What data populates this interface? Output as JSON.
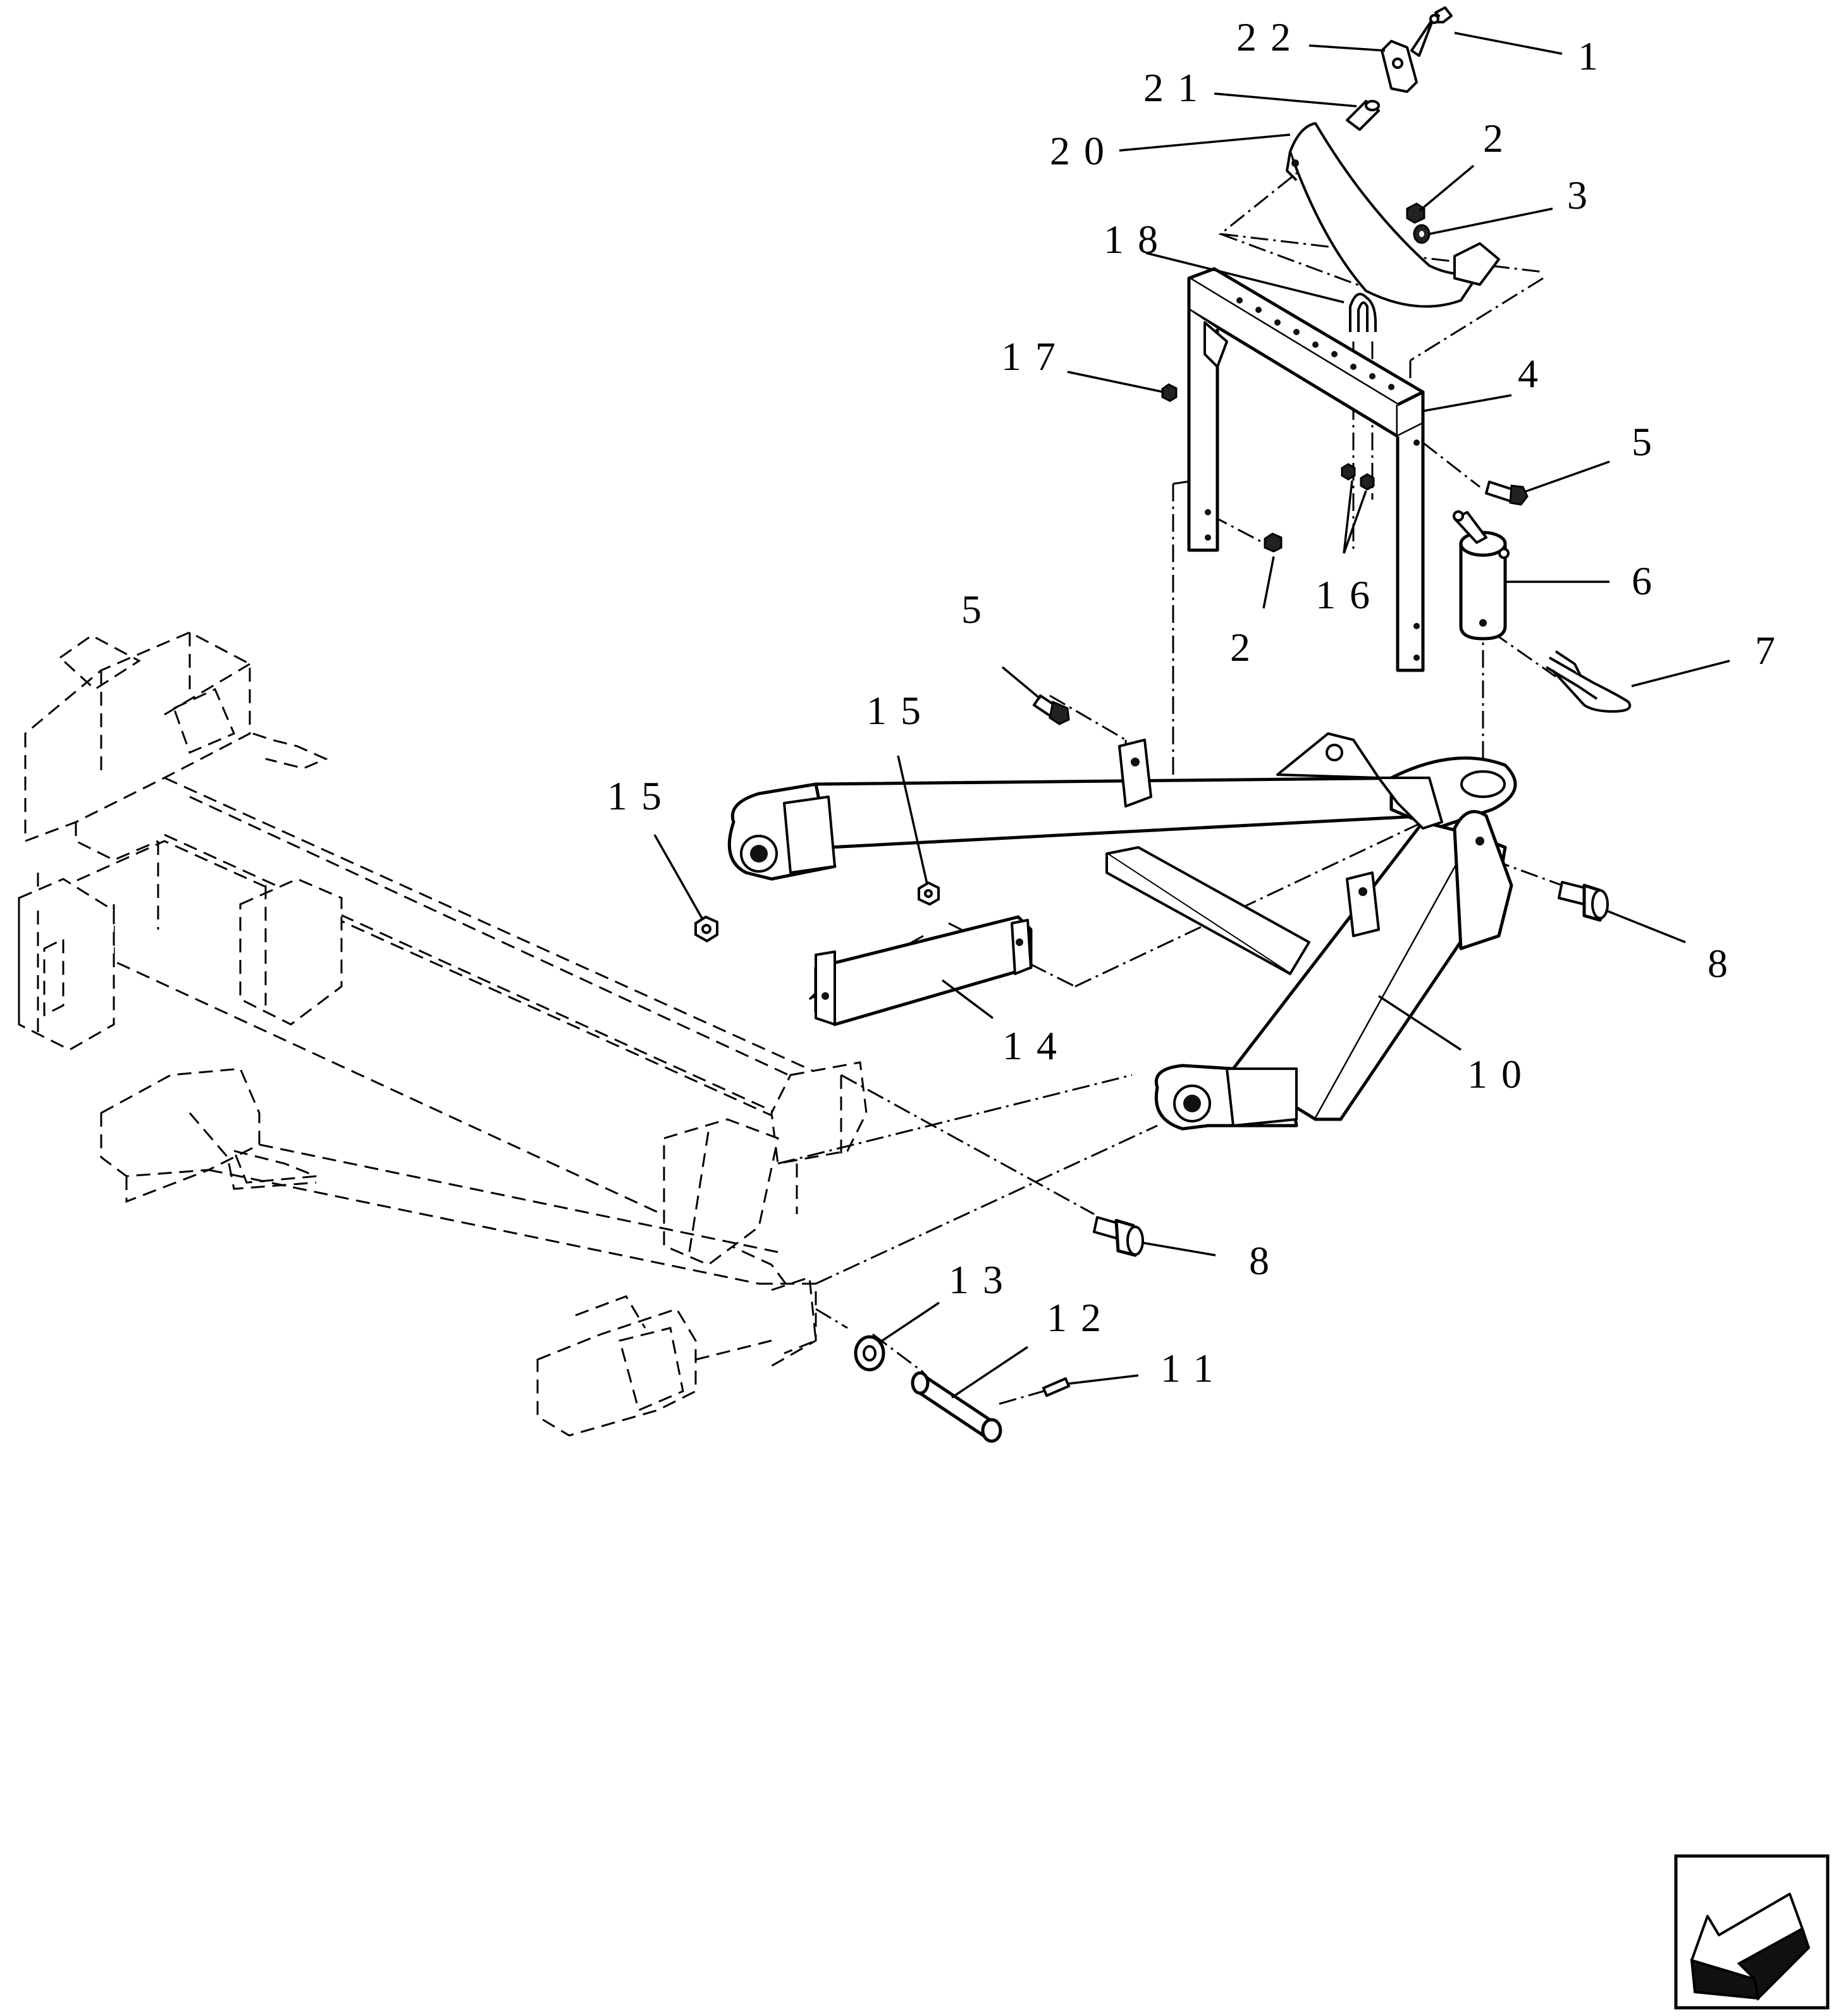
{
  "callouts": {
    "c1": "1",
    "c2a": "2",
    "c2b": "2",
    "c3": "3",
    "c4": "4",
    "c5a": "5",
    "c5b": "5",
    "c6": "6",
    "c7": "7",
    "c8a": "8",
    "c8b": "8",
    "c10": "10",
    "c11": "11",
    "c12": "12",
    "c13": "13",
    "c14": "14",
    "c15a": "15",
    "c15b": "15",
    "c16": "16",
    "c17": "17",
    "c18": "18",
    "c20": "20",
    "c21": "21",
    "c22": "22"
  },
  "icons": {
    "orientation_arrow": "arrow-icon"
  },
  "colors": {
    "line": "#000000",
    "background": "#ffffff"
  }
}
